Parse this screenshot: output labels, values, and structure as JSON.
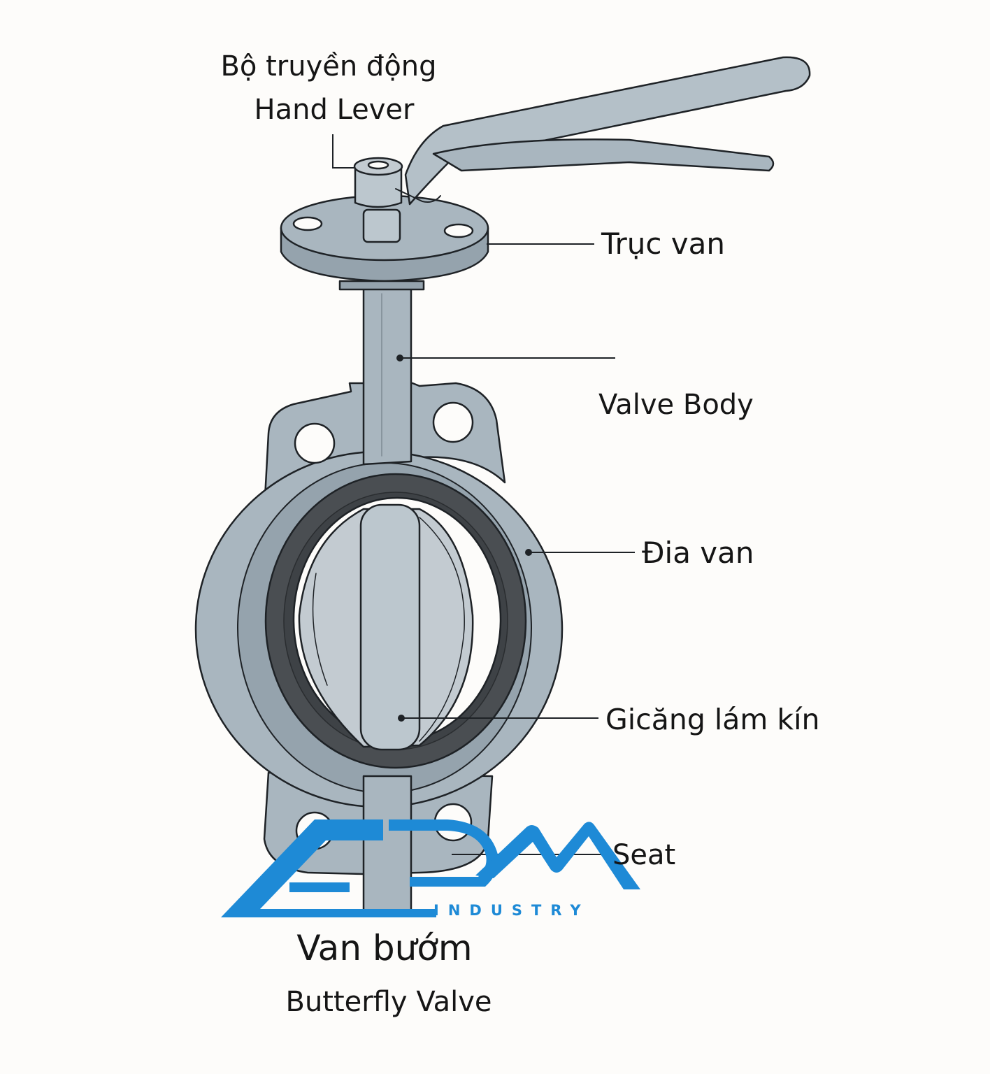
{
  "diagram": {
    "labels": {
      "actuator": "Bộ truyền động",
      "hand_lever": "Hand Lever",
      "shaft": "Trục van",
      "valve_body": "Valve Body",
      "disc": "Đia van",
      "gasket": "Gicăng lám kín",
      "seat": "Seat"
    },
    "title_vi": "Van bướm",
    "title_en": "Butterfly Valve"
  },
  "logo": {
    "wordmark": "ADM",
    "tagline": "INDUSTRY",
    "color": "#1e8ad6"
  },
  "colors": {
    "metal": "#a9b6bf",
    "metal_light": "#bcc7ce",
    "metal_dark": "#95a3ad",
    "rubber": "#4a4e52",
    "disc": "#c3cbd1",
    "outline": "#1e2226",
    "background": "#fdfcfa"
  }
}
